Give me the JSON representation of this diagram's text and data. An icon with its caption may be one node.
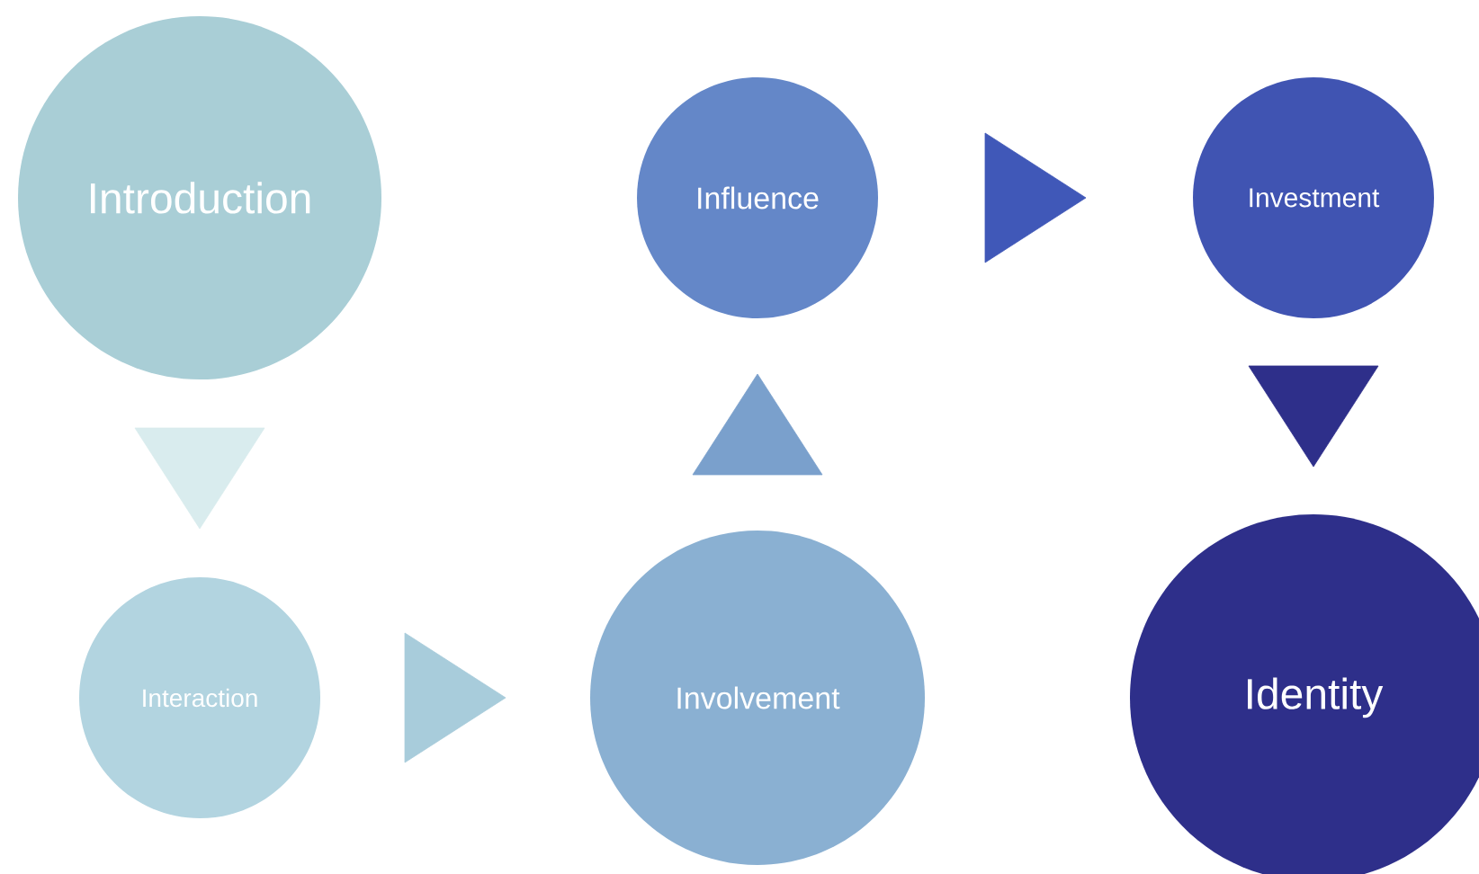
{
  "diagram": {
    "nodes": [
      {
        "text": [
          "Introduction"
        ]
      },
      {
        "text": [
          "Interaction"
        ]
      },
      {
        "text": [
          "Involvement"
        ]
      },
      {
        "text": [
          "Influence"
        ]
      },
      {
        "text": [
          "Investment"
        ]
      },
      {
        "text": [
          "Identity"
        ]
      }
    ],
    "edges": [
      {
        "from": 0,
        "to": 1,
        "arrow": "to",
        "color": "#d9ecee"
      },
      {
        "from": 1,
        "to": 2,
        "arrow": "to",
        "color": "#a8ccdb"
      },
      {
        "from": 2,
        "to": 3,
        "arrow": "to",
        "color": "#7aa0cc"
      },
      {
        "from": 3,
        "to": 4,
        "arrow": "to",
        "color": "#4058b8"
      },
      {
        "from": 4,
        "to": 5,
        "arrow": "to",
        "color": "#2e2f8a"
      }
    ]
  }
}
